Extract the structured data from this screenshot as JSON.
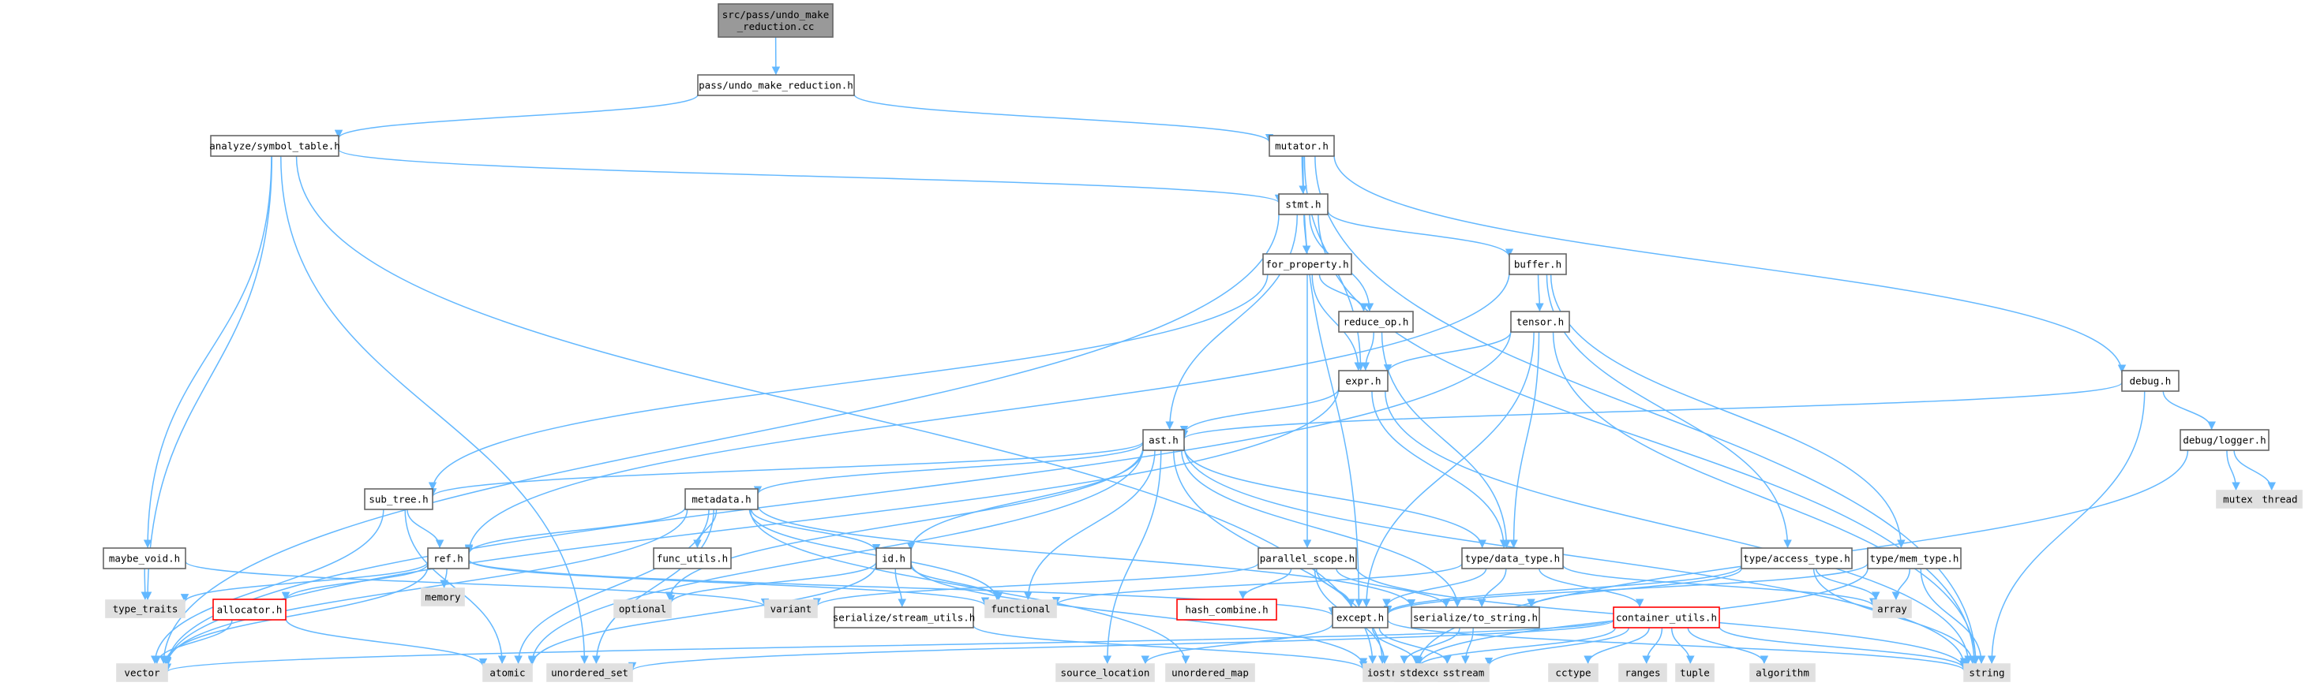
{
  "colors": {
    "edge": "#63b8ff",
    "root_fill": "#999999",
    "root_border": "#666666",
    "file_fill": "#ffffff",
    "file_border": "#666666",
    "system_fill": "#e0e0e0",
    "system_border": "#e0e0e0",
    "undocumented_border": "#ff0000"
  },
  "nodes": [
    {
      "id": "root",
      "lines": [
        "src/pass/undo_make",
        "_reduction.cc"
      ],
      "kind": "root"
    },
    {
      "id": "pass_undo",
      "lines": [
        "pass/undo_make_reduction.h"
      ],
      "kind": "file"
    },
    {
      "id": "symbol_table",
      "lines": [
        "analyze/symbol_table.h"
      ],
      "kind": "file"
    },
    {
      "id": "mutator",
      "lines": [
        "mutator.h"
      ],
      "kind": "file"
    },
    {
      "id": "stmt",
      "lines": [
        "stmt.h"
      ],
      "kind": "file"
    },
    {
      "id": "for_property",
      "lines": [
        "for_property.h"
      ],
      "kind": "file"
    },
    {
      "id": "buffer",
      "lines": [
        "buffer.h"
      ],
      "kind": "file"
    },
    {
      "id": "reduce_op",
      "lines": [
        "reduce_op.h"
      ],
      "kind": "file"
    },
    {
      "id": "tensor",
      "lines": [
        "tensor.h"
      ],
      "kind": "file"
    },
    {
      "id": "expr",
      "lines": [
        "expr.h"
      ],
      "kind": "file"
    },
    {
      "id": "debug",
      "lines": [
        "debug.h"
      ],
      "kind": "file"
    },
    {
      "id": "ast",
      "lines": [
        "ast.h"
      ],
      "kind": "file"
    },
    {
      "id": "debug_logger",
      "lines": [
        "debug/logger.h"
      ],
      "kind": "file"
    },
    {
      "id": "sub_tree",
      "lines": [
        "sub_tree.h"
      ],
      "kind": "file"
    },
    {
      "id": "metadata",
      "lines": [
        "metadata.h"
      ],
      "kind": "file"
    },
    {
      "id": "maybe_void",
      "lines": [
        "maybe_void.h"
      ],
      "kind": "file"
    },
    {
      "id": "ref",
      "lines": [
        "ref.h"
      ],
      "kind": "file"
    },
    {
      "id": "func_utils",
      "lines": [
        "func_utils.h"
      ],
      "kind": "file"
    },
    {
      "id": "id",
      "lines": [
        "id.h"
      ],
      "kind": "file"
    },
    {
      "id": "parallel_scope",
      "lines": [
        "parallel_scope.h"
      ],
      "kind": "file"
    },
    {
      "id": "type_data_type",
      "lines": [
        "type/data_type.h"
      ],
      "kind": "file"
    },
    {
      "id": "type_access_type",
      "lines": [
        "type/access_type.h"
      ],
      "kind": "file"
    },
    {
      "id": "type_mem_type",
      "lines": [
        "type/mem_type.h"
      ],
      "kind": "file"
    },
    {
      "id": "allocator",
      "lines": [
        "allocator.h"
      ],
      "kind": "undocumented"
    },
    {
      "id": "hash_combine",
      "lines": [
        "hash_combine.h"
      ],
      "kind": "undocumented"
    },
    {
      "id": "serialize_stream_utils",
      "lines": [
        "serialize/stream_utils.h"
      ],
      "kind": "file"
    },
    {
      "id": "except",
      "lines": [
        "except.h"
      ],
      "kind": "file"
    },
    {
      "id": "serialize_to_string",
      "lines": [
        "serialize/to_string.h"
      ],
      "kind": "file"
    },
    {
      "id": "container_utils",
      "lines": [
        "container_utils.h"
      ],
      "kind": "undocumented"
    },
    {
      "id": "mutex",
      "lines": [
        "mutex"
      ],
      "kind": "system"
    },
    {
      "id": "thread",
      "lines": [
        "thread"
      ],
      "kind": "system"
    },
    {
      "id": "memory",
      "lines": [
        "memory"
      ],
      "kind": "system"
    },
    {
      "id": "type_traits",
      "lines": [
        "type_traits"
      ],
      "kind": "system"
    },
    {
      "id": "optional",
      "lines": [
        "optional"
      ],
      "kind": "system"
    },
    {
      "id": "variant",
      "lines": [
        "variant"
      ],
      "kind": "system"
    },
    {
      "id": "functional",
      "lines": [
        "functional"
      ],
      "kind": "system"
    },
    {
      "id": "array",
      "lines": [
        "array"
      ],
      "kind": "system"
    },
    {
      "id": "vector",
      "lines": [
        "vector"
      ],
      "kind": "system"
    },
    {
      "id": "atomic",
      "lines": [
        "atomic"
      ],
      "kind": "system"
    },
    {
      "id": "unordered_set",
      "lines": [
        "unordered_set"
      ],
      "kind": "system"
    },
    {
      "id": "source_location",
      "lines": [
        "source_location"
      ],
      "kind": "system"
    },
    {
      "id": "unordered_map",
      "lines": [
        "unordered_map"
      ],
      "kind": "system"
    },
    {
      "id": "iostream",
      "lines": [
        "iostream"
      ],
      "kind": "system"
    },
    {
      "id": "stdexcept",
      "lines": [
        "stdexcept"
      ],
      "kind": "system"
    },
    {
      "id": "sstream",
      "lines": [
        "sstream"
      ],
      "kind": "system"
    },
    {
      "id": "cctype",
      "lines": [
        "cctype"
      ],
      "kind": "system"
    },
    {
      "id": "ranges",
      "lines": [
        "ranges"
      ],
      "kind": "system"
    },
    {
      "id": "tuple",
      "lines": [
        "tuple"
      ],
      "kind": "system"
    },
    {
      "id": "algorithm",
      "lines": [
        "algorithm"
      ],
      "kind": "system"
    },
    {
      "id": "string",
      "lines": [
        "string"
      ],
      "kind": "system"
    }
  ],
  "edges": [
    [
      "root",
      "pass_undo"
    ],
    [
      "pass_undo",
      "symbol_table"
    ],
    [
      "pass_undo",
      "mutator"
    ],
    [
      "symbol_table",
      "stmt"
    ],
    [
      "symbol_table",
      "maybe_void"
    ],
    [
      "symbol_table",
      "type_traits"
    ],
    [
      "symbol_table",
      "unordered_set"
    ],
    [
      "symbol_table",
      "iostream"
    ],
    [
      "mutator",
      "stmt"
    ],
    [
      "mutator",
      "expr"
    ],
    [
      "mutator",
      "except"
    ],
    [
      "mutator",
      "debug"
    ],
    [
      "mutator",
      "string"
    ],
    [
      "stmt",
      "for_property"
    ],
    [
      "stmt",
      "buffer"
    ],
    [
      "stmt",
      "reduce_op"
    ],
    [
      "stmt",
      "ast"
    ],
    [
      "stmt",
      "vector"
    ],
    [
      "stmt",
      "string"
    ],
    [
      "for_property",
      "reduce_op"
    ],
    [
      "for_property",
      "expr"
    ],
    [
      "for_property",
      "parallel_scope"
    ],
    [
      "for_property",
      "sub_tree"
    ],
    [
      "buffer",
      "tensor"
    ],
    [
      "buffer",
      "ref"
    ],
    [
      "buffer",
      "type_access_type"
    ],
    [
      "buffer",
      "type_mem_type"
    ],
    [
      "reduce_op",
      "expr"
    ],
    [
      "reduce_op",
      "type_data_type"
    ],
    [
      "tensor",
      "expr"
    ],
    [
      "tensor",
      "type_data_type"
    ],
    [
      "tensor",
      "except"
    ],
    [
      "tensor",
      "vector"
    ],
    [
      "tensor",
      "string"
    ],
    [
      "expr",
      "ast"
    ],
    [
      "expr",
      "type_data_type"
    ],
    [
      "expr",
      "vector"
    ],
    [
      "expr",
      "string"
    ],
    [
      "debug",
      "ast"
    ],
    [
      "debug",
      "debug_logger"
    ],
    [
      "debug",
      "string"
    ],
    [
      "debug_logger",
      "mutex"
    ],
    [
      "debug_logger",
      "thread"
    ],
    [
      "debug_logger",
      "iostream"
    ],
    [
      "ast",
      "sub_tree"
    ],
    [
      "ast",
      "metadata"
    ],
    [
      "ast",
      "id"
    ],
    [
      "ast",
      "type_data_type"
    ],
    [
      "ast",
      "serialize_to_string"
    ],
    [
      "ast",
      "functional"
    ],
    [
      "ast",
      "optional"
    ],
    [
      "ast",
      "atomic"
    ],
    [
      "ast",
      "source_location"
    ],
    [
      "ast",
      "iostream"
    ],
    [
      "ast",
      "string"
    ],
    [
      "sub_tree",
      "ref"
    ],
    [
      "sub_tree",
      "atomic"
    ],
    [
      "sub_tree",
      "vector"
    ],
    [
      "metadata",
      "ref"
    ],
    [
      "metadata",
      "func_utils"
    ],
    [
      "metadata",
      "id"
    ],
    [
      "metadata",
      "serialize_to_string"
    ],
    [
      "metadata",
      "functional"
    ],
    [
      "metadata",
      "unordered_set"
    ],
    [
      "metadata",
      "atomic"
    ],
    [
      "metadata",
      "vector"
    ],
    [
      "metadata",
      "unordered_map"
    ],
    [
      "maybe_void",
      "variant"
    ],
    [
      "maybe_void",
      "type_traits"
    ],
    [
      "ref",
      "allocator"
    ],
    [
      "ref",
      "memory"
    ],
    [
      "ref",
      "type_traits"
    ],
    [
      "ref",
      "functional"
    ],
    [
      "ref",
      "except"
    ],
    [
      "ref",
      "vector"
    ],
    [
      "allocator",
      "vector"
    ],
    [
      "allocator",
      "atomic"
    ],
    [
      "id",
      "serialize_stream_utils"
    ],
    [
      "id",
      "functional"
    ],
    [
      "id",
      "optional"
    ],
    [
      "id",
      "iostream"
    ],
    [
      "id",
      "atomic"
    ],
    [
      "parallel_scope",
      "hash_combine"
    ],
    [
      "parallel_scope",
      "except"
    ],
    [
      "parallel_scope",
      "serialize_to_string"
    ],
    [
      "parallel_scope",
      "variant"
    ],
    [
      "parallel_scope",
      "iostream"
    ],
    [
      "parallel_scope",
      "string"
    ],
    [
      "type_data_type",
      "except"
    ],
    [
      "type_data_type",
      "serialize_to_string"
    ],
    [
      "type_data_type",
      "container_utils"
    ],
    [
      "type_data_type",
      "functional"
    ],
    [
      "type_data_type",
      "array"
    ],
    [
      "type_access_type",
      "except"
    ],
    [
      "type_access_type",
      "serialize_to_string"
    ],
    [
      "type_access_type",
      "array"
    ],
    [
      "type_access_type",
      "string"
    ],
    [
      "type_mem_type",
      "except"
    ],
    [
      "type_mem_type",
      "array"
    ],
    [
      "type_mem_type",
      "string"
    ],
    [
      "type_mem_type",
      "iostream"
    ],
    [
      "except",
      "source_location"
    ],
    [
      "except",
      "stdexcept"
    ],
    [
      "except",
      "sstream"
    ],
    [
      "except",
      "string"
    ],
    [
      "serialize_to_string",
      "sstream"
    ],
    [
      "serialize_to_string",
      "iostream"
    ],
    [
      "serialize_stream_utils",
      "iostream"
    ],
    [
      "container_utils",
      "cctype"
    ],
    [
      "container_utils",
      "ranges"
    ],
    [
      "container_utils",
      "tuple"
    ],
    [
      "container_utils",
      "algorithm"
    ],
    [
      "container_utils",
      "string"
    ],
    [
      "container_utils",
      "vector"
    ],
    [
      "container_utils",
      "unordered_set"
    ],
    [
      "container_utils",
      "iostream"
    ],
    [
      "container_utils",
      "sstream"
    ]
  ]
}
